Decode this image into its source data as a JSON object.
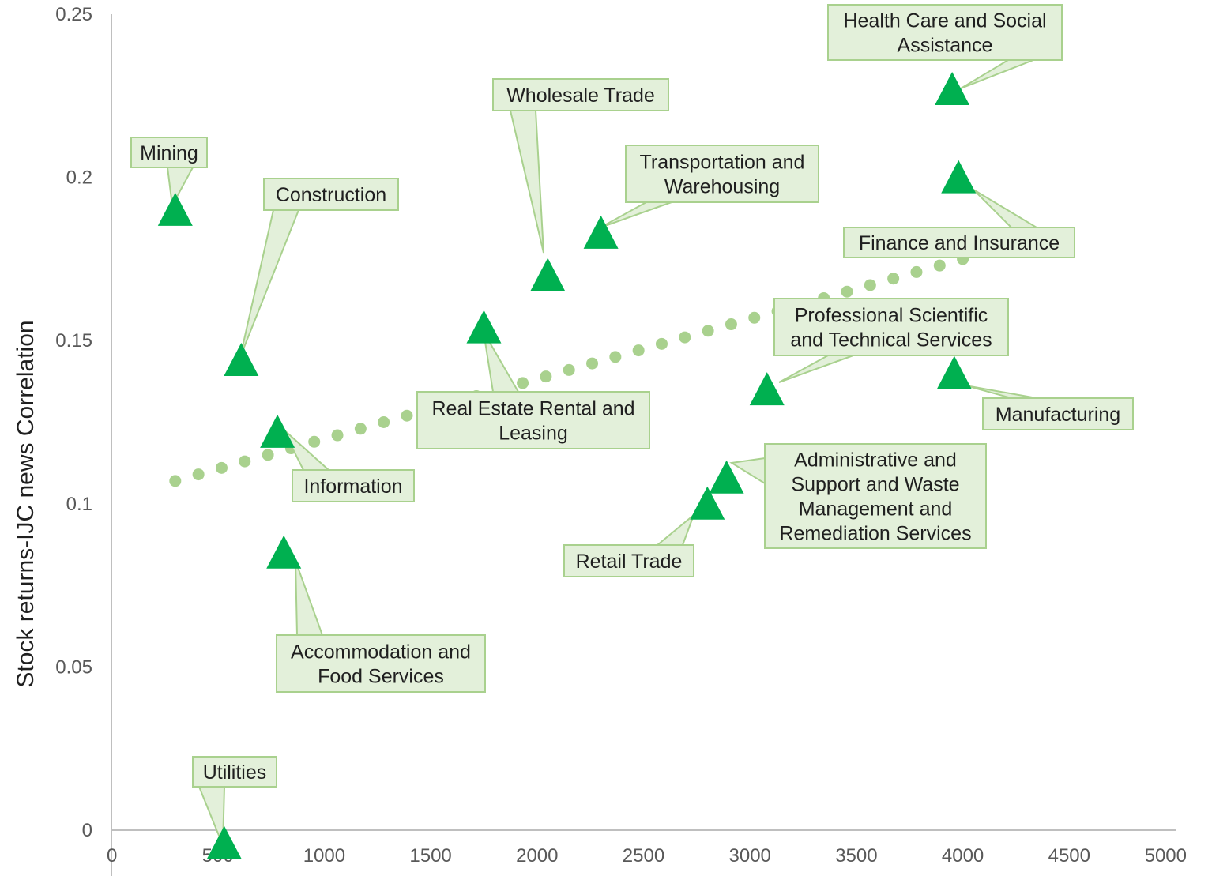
{
  "chart_data": {
    "type": "scatter",
    "title": "",
    "xlabel": "",
    "ylabel": "Stock returns-IJC news Correlation",
    "xlim": [
      0,
      5000
    ],
    "ylim": [
      0,
      0.25
    ],
    "x_ticks": [
      "0",
      "500",
      "1000",
      "1500",
      "2000",
      "2500",
      "3000",
      "3500",
      "4000",
      "4500",
      "5000"
    ],
    "y_ticks": [
      "0",
      "0.05",
      "0.1",
      "0.15",
      "0.2",
      "0.25"
    ],
    "grid": false,
    "legend": "none",
    "marker": "triangle",
    "marker_color": "#00b050",
    "callout_fill": "#e3f0da",
    "callout_border": "#a9d18e",
    "trendline": {
      "style": "dotted",
      "color": "#a9d18e",
      "x": [
        300,
        4000
      ],
      "y": [
        0.107,
        0.175
      ]
    },
    "points": [
      {
        "name": "Mining",
        "x": 300,
        "y": 0.19
      },
      {
        "name": "Construction",
        "x": 610,
        "y": 0.144
      },
      {
        "name": "Information",
        "x": 780,
        "y": 0.122
      },
      {
        "name": "Accommodation and Food Services",
        "x": 810,
        "y": 0.085
      },
      {
        "name": "Utilities",
        "x": 530,
        "y": -0.004
      },
      {
        "name": "Real Estate Rental and Leasing",
        "x": 1750,
        "y": 0.154
      },
      {
        "name": "Wholesale Trade",
        "x": 2050,
        "y": 0.17
      },
      {
        "name": "Transportation and Warehousing",
        "x": 2300,
        "y": 0.183
      },
      {
        "name": "Retail Trade",
        "x": 2800,
        "y": 0.1
      },
      {
        "name": "Administrative and Support and Waste Management and Remediation Services",
        "x": 2890,
        "y": 0.108
      },
      {
        "name": "Professional Scientific and Technical Services",
        "x": 3080,
        "y": 0.135
      },
      {
        "name": "Health Care and Social Assistance",
        "x": 3950,
        "y": 0.227
      },
      {
        "name": "Finance and Insurance",
        "x": 3980,
        "y": 0.2
      },
      {
        "name": "Manufacturing",
        "x": 3960,
        "y": 0.14
      }
    ],
    "callouts": [
      {
        "point": "Mining",
        "lines": [
          "Mining"
        ]
      },
      {
        "point": "Construction",
        "lines": [
          "Construction"
        ]
      },
      {
        "point": "Information",
        "lines": [
          "Information"
        ]
      },
      {
        "point": "Accommodation and Food Services",
        "lines": [
          "Accommodation and",
          "Food Services"
        ]
      },
      {
        "point": "Utilities",
        "lines": [
          "Utilities"
        ]
      },
      {
        "point": "Real Estate Rental and Leasing",
        "lines": [
          "Real Estate Rental and",
          "Leasing"
        ]
      },
      {
        "point": "Wholesale Trade",
        "lines": [
          "Wholesale Trade"
        ]
      },
      {
        "point": "Transportation and Warehousing",
        "lines": [
          "Transportation and",
          "Warehousing"
        ]
      },
      {
        "point": "Retail Trade",
        "lines": [
          "Retail Trade"
        ]
      },
      {
        "point": "Administrative and Support and Waste Management and Remediation Services",
        "lines": [
          "Administrative and",
          "Support and Waste",
          "Management and",
          "Remediation Services"
        ]
      },
      {
        "point": "Professional Scientific and Technical Services",
        "lines": [
          "Professional Scientific",
          "and Technical Services"
        ]
      },
      {
        "point": "Health Care and Social Assistance",
        "lines": [
          "Health Care and Social",
          "Assistance"
        ]
      },
      {
        "point": "Finance and Insurance",
        "lines": [
          "Finance and Insurance"
        ]
      },
      {
        "point": "Manufacturing",
        "lines": [
          "Manufacturing"
        ]
      }
    ]
  }
}
